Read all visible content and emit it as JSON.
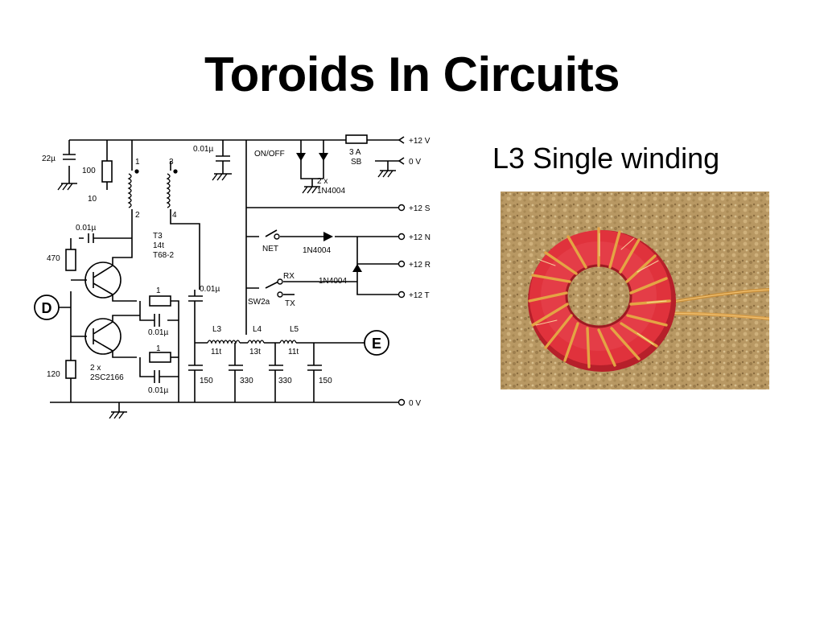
{
  "slide": {
    "title": "Toroids In Circuits",
    "caption": "L3 Single winding"
  },
  "schematic": {
    "labels": {
      "c_22u": "22µ",
      "r_100": "100",
      "r_10": "10",
      "pin1": "1",
      "pin2": "2",
      "pin3": "3",
      "pin4": "4",
      "c_001_top": "0.01µ",
      "on_off": "ON/OFF",
      "fuse_a": "3 A",
      "fuse_sb": "SB",
      "diode_count": "2 x",
      "diode_type": "1N4004",
      "out_12v": "+12 V",
      "out_0v_top": "0 V",
      "out_12s": "+12 S",
      "out_12n": "+12 N",
      "out_12r": "+12 R",
      "out_12t": "+12 T",
      "c_001_left": "0.01µ",
      "r_470": "470",
      "t3_name": "T3",
      "t3_turns": "14t",
      "t3_core": "T68-2",
      "net": "NET",
      "d_net": "1N4004",
      "d_rx": "1N4004",
      "rx": "RX",
      "tx": "TX",
      "sw2a": "SW2a",
      "node_d": "D",
      "r_1a": "1",
      "c_001_e1": "0.01µ",
      "c_001_mid": "0.01µ",
      "l3": "L3",
      "l3_turns": "11t",
      "l4": "L4",
      "l4_turns": "13t",
      "l5": "L5",
      "l5_turns": "11t",
      "node_e": "E",
      "r_1b": "1",
      "r_120": "120",
      "q_count": "2 x",
      "q_type": "2SC2166",
      "c_001_e2": "0.01µ",
      "c_150a": "150",
      "c_330a": "330",
      "c_330b": "330",
      "c_150b": "150",
      "out_0v_bottom": "0 V"
    }
  },
  "photo": {
    "subject": "red toroid core with single copper winding"
  }
}
